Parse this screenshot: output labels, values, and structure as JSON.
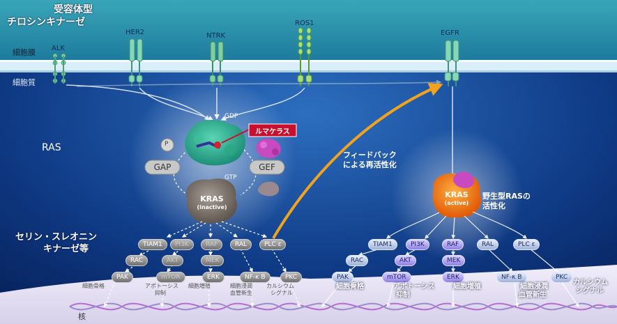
{
  "header": {
    "title_line1": "受容体型",
    "title_line2": "チロシンキナーゼ"
  },
  "regions": {
    "membrane": "細胞膜",
    "cytoplasm": "細胞質",
    "nucleus": "核"
  },
  "receptors": [
    "ALK",
    "HER2",
    "NTRK",
    "ROS1",
    "EGFR"
  ],
  "left": {
    "ras_label": "RAS",
    "gdp": "GDP",
    "gtp": "GTP",
    "p": "P",
    "gap": "GAP",
    "gef": "GEF",
    "drug": "ルマケラス",
    "kras": "KRAS",
    "kras_state": "(inactive)",
    "kinase_line1": "セリン・スレオニン",
    "kinase_line2": "キナーゼ等",
    "pills": {
      "tiam1": "TIAM1",
      "pi3k": "PI3K",
      "raf": "RAF",
      "ral": "RAL",
      "plce": "PLC ε",
      "rac": "RAC",
      "akt": "AKT",
      "mek": "MEK",
      "pak": "PAK",
      "mtor": "mTOR",
      "erk": "ERK",
      "nfkb": "NF-κ B",
      "pkc": "PKC"
    },
    "notes": {
      "n1": "細胞骨格",
      "n2a": "アポトーシス",
      "n2b": "抑制",
      "n3": "細胞増殖",
      "n4a": "細胞浸潤",
      "n4b": "血管新生",
      "n5a": "カルシウム",
      "n5b": "シグナル"
    }
  },
  "feedback": {
    "line1": "フィードバック",
    "line2": "による再活性化"
  },
  "right": {
    "kras": "KRAS",
    "kras_state": "(active)",
    "wild_line1": "野生型RASの",
    "wild_line2": "活性化",
    "pills": {
      "tiam1": "TIAM1",
      "pi3k": "PI3K",
      "raf": "RAF",
      "ral": "RAL",
      "plce": "PLC ε",
      "rac": "RAC",
      "akt": "AKT",
      "mek": "MEK",
      "pak": "PAK",
      "mtor": "mTOR",
      "erk": "ERK",
      "nfkb": "NF-κ B",
      "pkc": "PKC"
    },
    "notes": {
      "n1": "細胞骨格",
      "n2a": "アポトーシス",
      "n2b": "抑制",
      "n3": "細胞増殖",
      "n4a": "細胞浸潤",
      "n4b": "血管新生",
      "n5a": "カルシウム",
      "n5b": "シグナル"
    }
  },
  "colors": {
    "membrane": "#d9eef8",
    "cytoplasm": "#0a2a66",
    "drug_bg": "#c8102e",
    "feedback_arrow": "#f2a31d",
    "kras_active": "#f07010",
    "kras_inactive": "#7d736c"
  }
}
